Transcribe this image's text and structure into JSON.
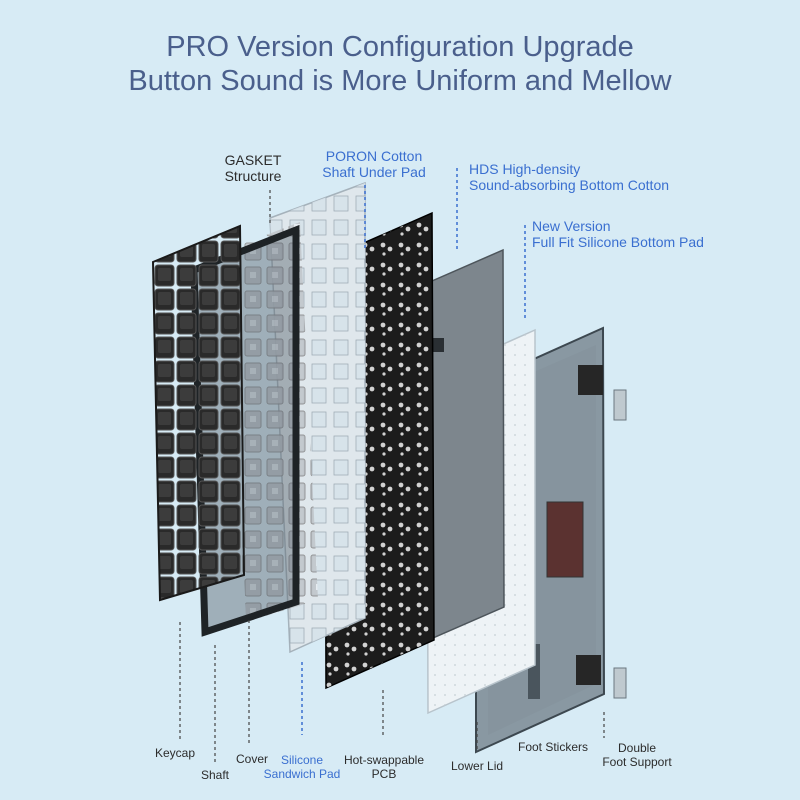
{
  "headline": {
    "line1": "PRO Version Configuration Upgrade",
    "line2": "Button Sound is More Uniform and Mellow"
  },
  "top_labels": {
    "gasket": {
      "line1": "GASKET",
      "line2": "Structure"
    },
    "poron": {
      "line1": "PORON Cotton",
      "line2": "Shaft Under Pad"
    },
    "hds": {
      "line1": "HDS High-density",
      "line2": "Sound-absorbing Bottom Cotton"
    },
    "silicone_pad": {
      "line1": "New Version",
      "line2": "Full Fit Silicone Bottom Pad"
    }
  },
  "bottom_labels": {
    "keycap": "Keycap",
    "shaft": "Shaft",
    "cover": "Cover",
    "sandwich": {
      "line1": "Silicone",
      "line2": "Sandwich Pad"
    },
    "pcb": {
      "line1": "Hot-swappable",
      "line2": "PCB"
    },
    "lower_lid": "Lower Lid",
    "foot_stickers": "Foot Stickers",
    "foot_support": {
      "line1": "Double",
      "line2": "Foot Support"
    }
  },
  "colors": {
    "background": "#d7ebf5",
    "headline": "#4a5f8c",
    "accent_blue": "#3a6fd0",
    "label": "#2c2c2c"
  },
  "icons": [
    "keyboard-exploded-illustration"
  ]
}
